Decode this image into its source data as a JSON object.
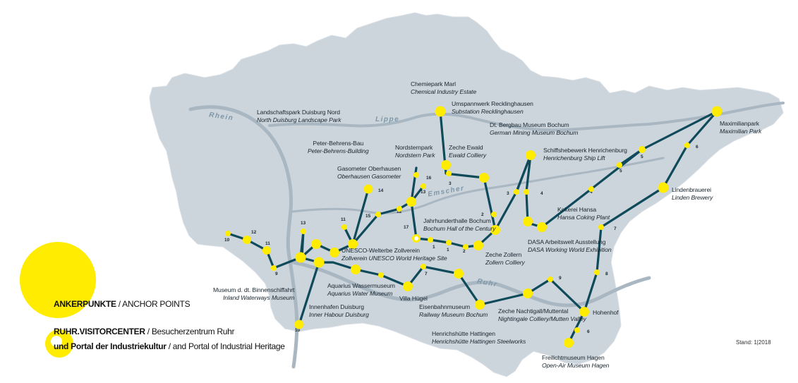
{
  "rivers": {
    "rhein": "Rhein",
    "lippe": "Lippe",
    "emscher": "Emscher",
    "ruhr": "Ruhr"
  },
  "colors": {
    "region": "#ccd4dc",
    "route": "#0e4a5a",
    "dot": "#ffec00",
    "river": "#a9b7c2"
  },
  "sites": [
    {
      "id": "chemiepark",
      "name": "Chemiepark Marl",
      "en": "Chemical Industry Estate"
    },
    {
      "id": "umspannwerk",
      "name": "Umspannwerk Recklinghausen",
      "en": "Substation Recklinghausen"
    },
    {
      "id": "bergbau",
      "name": "Dt. Bergbau Museum Bochum",
      "en": "German Mining Museum Bochum"
    },
    {
      "id": "schiffshebewerk",
      "name": "Schiffshebewerk Henrichenburg",
      "en": "Henrichenburg Ship Lift"
    },
    {
      "id": "maximilianpark",
      "name": "Maximilianpark",
      "en": "Maximilian Park"
    },
    {
      "id": "lindenbrauerei",
      "name": "Lindenbrauerei",
      "en": "Linden Brewery"
    },
    {
      "id": "landschaftspark",
      "name": "Landschaftspark Duisburg Nord",
      "en": "North Duisburg Landscape Park"
    },
    {
      "id": "peterbehrens",
      "name": "Peter-Behrens-Bau",
      "en": "Peter-Behrens-Building"
    },
    {
      "id": "gasometer",
      "name": "Gasometer Oberhausen",
      "en": "Oberhausen Gasometer"
    },
    {
      "id": "nordsternpark",
      "name": "Nordsternpark",
      "en": "Nordstern Park"
    },
    {
      "id": "ewald",
      "name": "Zeche Ewald",
      "en": "Ewald Colliery"
    },
    {
      "id": "jahrhunderthalle",
      "name": "Jahrhunderthalle Bochum",
      "en": "Bochum Hall of the Century"
    },
    {
      "id": "zollverein",
      "name": "UNESCO-Welterbe Zollverein",
      "en": "Zollverein UNESCO World Heritage Site"
    },
    {
      "id": "zollern",
      "name": "Zeche Zollern",
      "en": "Zollern Colliery"
    },
    {
      "id": "kokerei",
      "name": "Kokerei Hansa",
      "en": "Hansa Coking Plant"
    },
    {
      "id": "dasa",
      "name": "DASA Arbeitswelt Ausstellung",
      "en": "DASA Working World Exhibition"
    },
    {
      "id": "binnenschiff",
      "name": "Museum d. dt. Binnenschiffahrt",
      "en": "Inland Waterways Museum"
    },
    {
      "id": "aquarius",
      "name": "Aquarius Wassermuseum",
      "en": "Aquarius Water Museum"
    },
    {
      "id": "innenhafen",
      "name": "Innenhafen Duisburg",
      "en": "Inner Habour Duisburg"
    },
    {
      "id": "villahuegel",
      "name": "Villa Hügel",
      "en": ""
    },
    {
      "id": "eisenbahn",
      "name": "Eisenbahnmuseum",
      "en": "Railway Museum Bochum"
    },
    {
      "id": "hattingen",
      "name": "Henrichshütte Hattingen",
      "en": "Henrichshütte Hattingen Steelworks"
    },
    {
      "id": "nachtigall",
      "name": "Zeche Nachtigall/Muttental",
      "en": "Nightingale Colliery/Mutten Valley"
    },
    {
      "id": "hohenhof",
      "name": "Hohenhof",
      "en": ""
    },
    {
      "id": "freilicht",
      "name": "Freilichtmuseum Hagen",
      "en": "Open-Air Museum Hagen"
    }
  ],
  "route_numbers": [
    "1",
    "1",
    "2",
    "2",
    "3",
    "3",
    "4",
    "4",
    "5",
    "5",
    "6",
    "6",
    "7",
    "7",
    "8",
    "8",
    "9",
    "9",
    "10",
    "10",
    "11",
    "11",
    "12",
    "12",
    "13",
    "13",
    "14",
    "15",
    "16",
    "17"
  ],
  "legend": {
    "anchor_bold": "ANKERPUNKTE",
    "anchor_rest": " / ANCHOR POINTS",
    "visitor_bold1": "RUHR.VISITORCENTER",
    "visitor_rest1": " / Besucherzentrum Ruhr",
    "visitor_bold2": "und Portal der Industriekultur",
    "visitor_rest2": " / and Portal of Industrial Heritage"
  },
  "stand": "Stand: 1|2018"
}
